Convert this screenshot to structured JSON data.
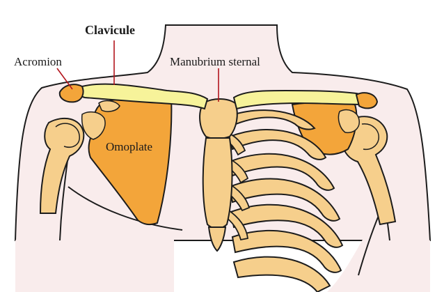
{
  "diagram": {
    "labels": {
      "clavicule": "Clavicule",
      "acromion": "Acromion",
      "manubrium": "Manubrium sternal",
      "omoplate": "Omoplate"
    },
    "colors": {
      "skin": "#f9ecec",
      "outline": "#1c1c1c",
      "bone_light": "#f6cf8c",
      "bone_dark": "#f3a53a",
      "clavicle": "#f7f39a",
      "leader": "#b3141c"
    }
  }
}
